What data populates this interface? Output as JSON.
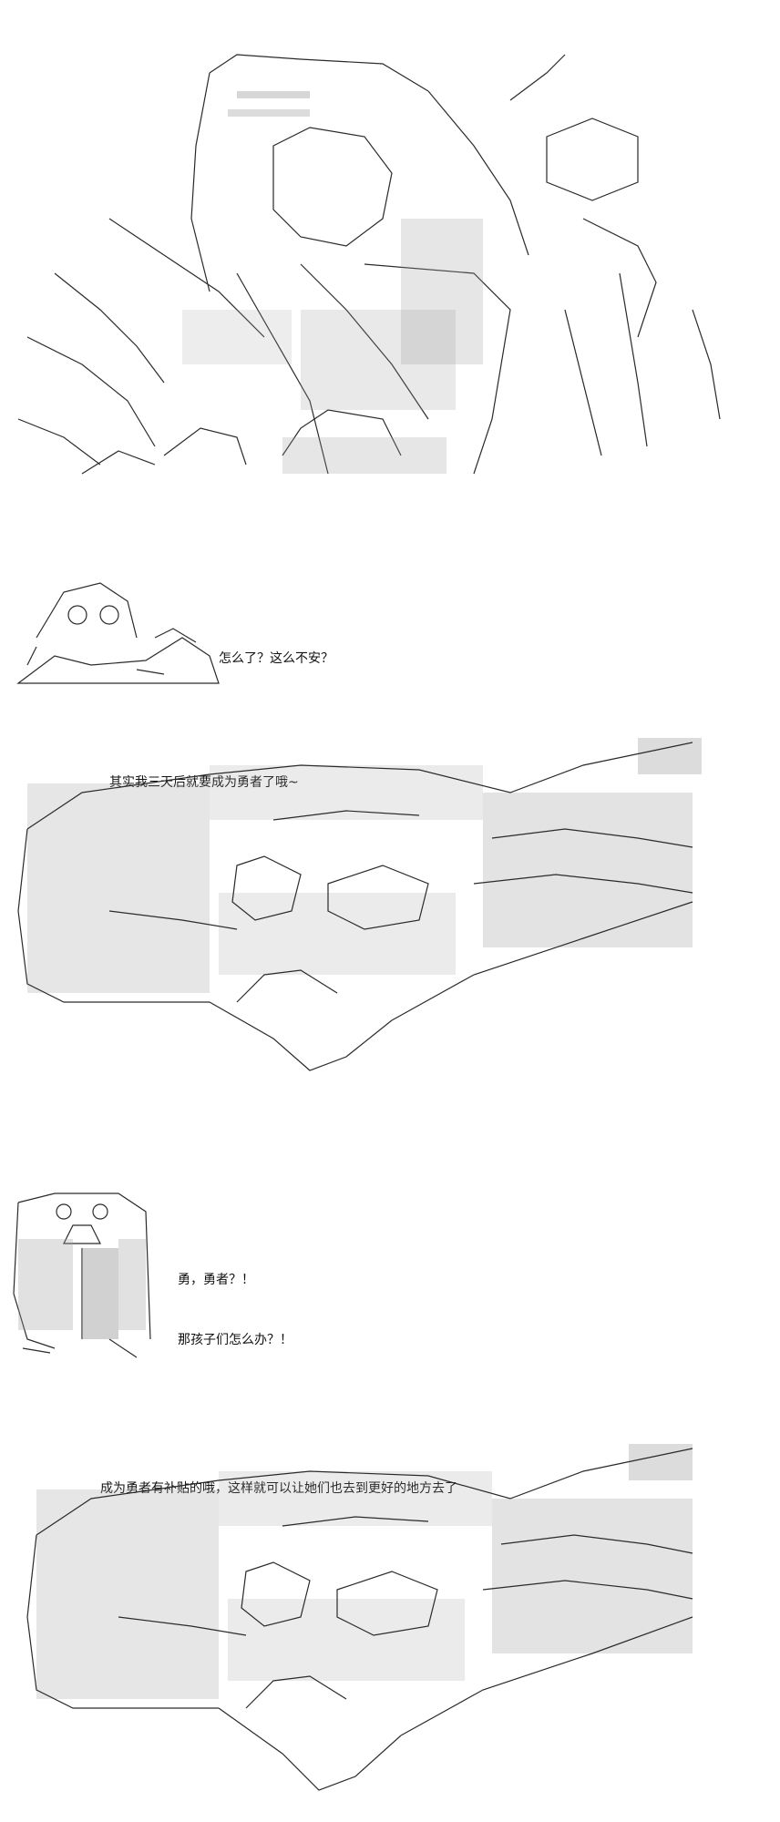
{
  "panels": [
    {
      "id": "panel-1",
      "dialogue": []
    },
    {
      "id": "panel-2",
      "dialogue": [
        "怎么了？这么不安？"
      ]
    },
    {
      "id": "panel-3",
      "dialogue": [
        "其实我三天后就要成为勇者了哦~"
      ]
    },
    {
      "id": "panel-4",
      "dialogue": [
        "勇，勇者？！",
        "那孩子们怎么办？！"
      ]
    },
    {
      "id": "panel-5",
      "dialogue": [
        "成为勇者有补贴的哦，这样就可以让她们也去到更好的地方去了"
      ]
    }
  ],
  "colors": {
    "background": "#ffffff",
    "ink": "#2a2a2a",
    "tone": "#9a9a9a"
  }
}
